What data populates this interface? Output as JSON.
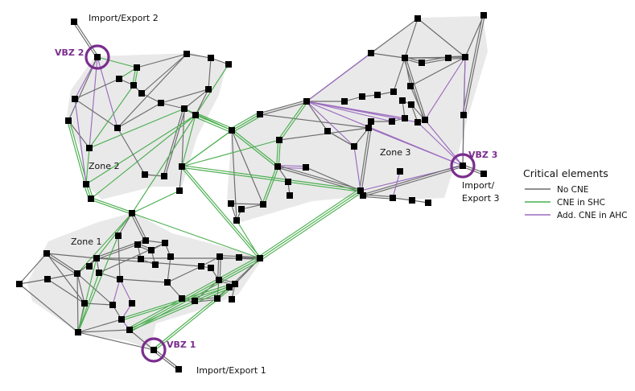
{
  "colors": {
    "no_cne": "#6b6b6b",
    "cne_shc": "#4caf50",
    "add_cne_ahc": "#9b6bbf",
    "vbz_accent": "#7b2d8e",
    "zone_fill": "#e9e9e9"
  },
  "zones": [
    {
      "label": "Zone 1"
    },
    {
      "label": "Zone 2"
    },
    {
      "label": "Zone 3"
    }
  ],
  "vbz": [
    {
      "label": "VBZ 1",
      "io_label": [
        "Import/Export 1"
      ]
    },
    {
      "label": "VBZ 2",
      "io_label": [
        "Import/Export 2"
      ]
    },
    {
      "label": "VBZ 3",
      "io_label": [
        "Import/",
        "Export 3"
      ]
    }
  ],
  "legend": {
    "title": "Critical elements",
    "items": [
      {
        "label": "No CNE",
        "color": "#6b6b6b"
      },
      {
        "label": "CNE in SHC",
        "color": "#4caf50"
      },
      {
        "label": "Add. CNE in AHC",
        "color": "#9b6bbf"
      }
    ]
  }
}
